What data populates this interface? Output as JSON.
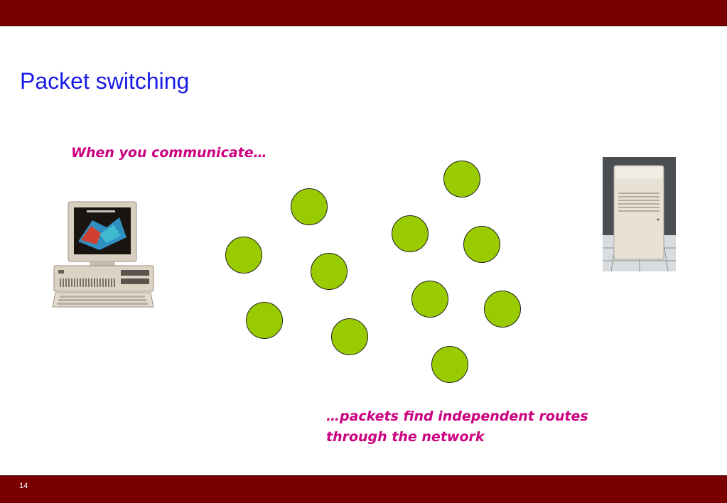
{
  "slide": {
    "title": "Packet switching",
    "caption_top": "When you communicate…",
    "caption_bottom_line1": "…packets find independent routes",
    "caption_bottom_line2": "through the network",
    "slide_number": "14"
  },
  "colors": {
    "bar": "#7a0000",
    "title": "#1a1ae6",
    "caption": "#cc0080",
    "node_fill": "#99cc00"
  }
}
